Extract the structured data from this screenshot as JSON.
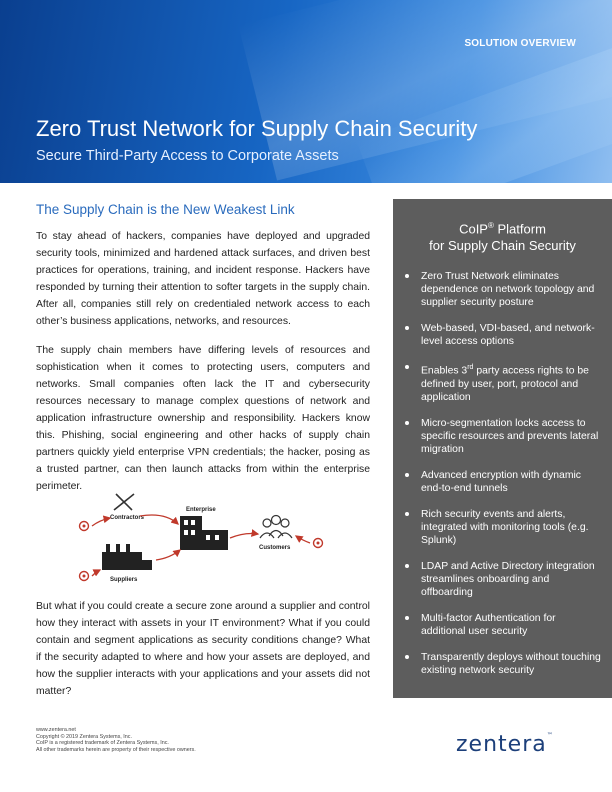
{
  "header": {
    "tag": "SOLUTION OVERVIEW",
    "title": "Zero Trust Network for Supply Chain Security",
    "subtitle": "Secure Third-Party Access to Corporate Assets"
  },
  "main": {
    "section_title": "The Supply Chain is the New Weakest Link",
    "paragraphs": [
      "To stay ahead of hackers, companies have deployed and upgraded security tools, minimized and hardened attack surfaces, and driven best practices for operations, training, and incident response. Hackers have responded by turning their attention to softer targets in the supply chain. After all, companies still rely on credentialed network access to each other’s business applications, networks, and resources.",
      "The supply chain members have differing levels of resources and sophistication when it comes to protecting users, computers and networks.  Small companies often lack the IT and cybersecurity resources necessary to manage complex questions of network and application infrastructure ownership and responsibility. Hackers know this. Phishing, social engineering and other hacks of supply chain partners quickly yield enterprise VPN credentials; the hacker, posing as a trusted partner, can then launch attacks from within the enterprise perimeter.",
      "But what if you could create a secure zone around a supplier and control how they interact with assets in your IT environment?  What if you could contain and segment applications as security conditions change? What if the security adapted to where and how your assets are deployed, and how the supplier interacts with your applications and your assets did not matter?"
    ],
    "diagram": {
      "contractors": "Contractors",
      "enterprise": "Enterprise",
      "customers": "Customers",
      "suppliers": "Suppliers"
    }
  },
  "sidebar": {
    "title_line1": "CoIP",
    "title_reg": "®",
    "title_line1_rest": " Platform",
    "title_line2": "for Supply Chain Security",
    "items": [
      "Zero Trust Network eliminates dependence on network topology and supplier security posture",
      "Web-based, VDI-based, and network-level access options",
      "Micro-segmentation locks access to specific resources and prevents lateral migration",
      "Advanced encryption with dynamic end-to-end tunnels",
      "Rich security events and alerts, integrated with monitoring tools (e.g. Splunk)",
      "LDAP and Active Directory integration streamlines onboarding and offboarding",
      "Multi-factor Authentication for additional user security",
      "Transparently deploys without touching existing network security"
    ],
    "item3_pre": "Enables 3",
    "item3_sup": "rd",
    "item3_post": " party access rights to be defined by user, port, protocol and application"
  },
  "footer": {
    "lines": [
      "www.zentera.net",
      "Copyright © 2019 Zentera Systems, Inc.",
      "CoIP is a registered trademark of Zentera Systems, Inc.",
      "All other trademarks herein are property of their respective owners."
    ],
    "logo": "zentera",
    "logo_tm": "™"
  },
  "colors": {
    "accent_blue": "#2a6bbd",
    "sidebar_gray": "#5d5d5d",
    "arrow_red": "#c0392b"
  }
}
